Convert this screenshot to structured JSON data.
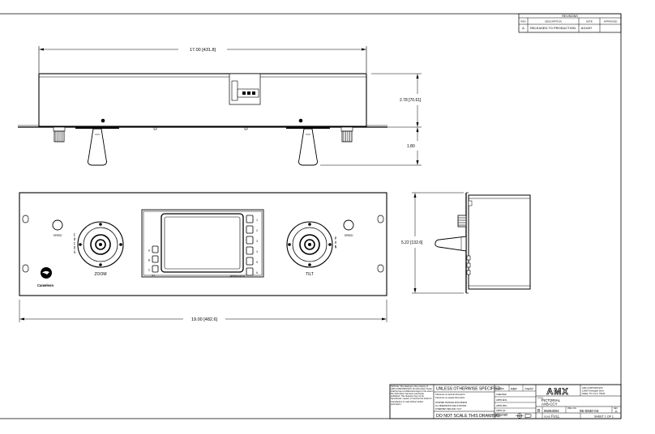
{
  "revisions": {
    "title": "REVISIONS",
    "headers": [
      "REV",
      "DESCRIPTION",
      "DATE",
      "APPROVED"
    ],
    "rows": [
      [
        "A",
        "RELEASED TO PRODUCTION",
        "8/14/97",
        ""
      ]
    ]
  },
  "dimensions": {
    "top_width": "17.00 [431.8]",
    "top_height": "2.78 [70.61]",
    "handle_depth": "1.80",
    "front_width": "19.00 [482.6]",
    "side_height": "5.22 [132.6]"
  },
  "front_panel": {
    "left_knob": "SPEED",
    "right_knob": "SPEED",
    "left_vertical": "FOCUS",
    "left_joystick": "ZOOM",
    "right_joystick": "TILT",
    "right_vertical": "PAN",
    "left_buttons": [
      "A",
      "B",
      "C"
    ],
    "right_buttons": [
      "1",
      "2",
      "3",
      "4",
      "5",
      "6"
    ],
    "screen_left_label": "ALL",
    "screen_right_label": "CAMERA STATION",
    "brand": "Cameleon"
  },
  "title_block": {
    "notice": "NOTICE: This drawing is the property of AMX CORPORATION. All information herein shall be kept confidential except to the extent the information has been previously published. This drawing may not be reproduced, copied, or used as the basis for manufacture or sale without written permission.",
    "unless": "UNLESS OTHERWISE SPECIFIED:",
    "tolerances": [
      "Tolerances on decimal dimensions",
      "Tolerances on angular dimensions",
      "FINISHED SURFACE ROUGHNESS",
      "ALL DIMENSIONS ARE IN INCHES",
      "INTERPRET PER ANSI Y14.5"
    ],
    "roles": [
      "DRAWN",
      "CHECKED",
      "APPR ENG",
      "APPR MFG",
      "APPR QA",
      "THIRD ANGLE PROJECTION"
    ],
    "drawn_by": "RBF",
    "drawn_date": "7/8/97",
    "logo": "AMX",
    "company": [
      "AMX CORPORATION",
      "11995 Forestgate Drive",
      "Dallas, TX U.S.A. 75243"
    ],
    "title_label": "TITLE:",
    "title_lines": [
      "PICTORIAL",
      "AXB-CCY"
    ],
    "size": "B",
    "cage": "95063004",
    "dwg_label": "DWG. NO.",
    "dwg_no": "95-0630-04",
    "rev_label": "REV",
    "rev": "A",
    "scale_label": "SCALE",
    "scale": "FULL",
    "sheet": "SHEET 1 OF 1",
    "warning": "DO NOT SCALE THIS DRAWING."
  }
}
